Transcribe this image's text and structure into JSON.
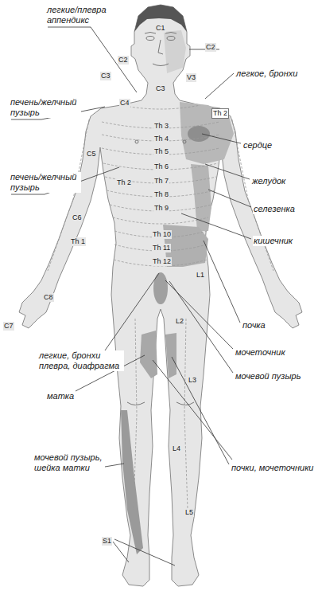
{
  "diagram": {
    "labels": [
      "легкие/плевра аппендикс",
      "C1",
      "C2",
      "C2",
      "V3",
      "C3",
      "легкое, бронхи",
      "C3",
      "C4",
      "печень/желчный пузырь",
      "Th 2",
      "Th 3",
      "Th 4",
      "Th 5",
      "сердце",
      "C5",
      "Th 6",
      "Th 2",
      "печень/желчный пузырь",
      "Th 7",
      "желудок",
      "Th 8",
      "Th 9",
      "селезенка",
      "C6",
      "Th 10",
      "кишечник",
      "Th 1",
      "Th 11",
      "Th 12",
      "L1",
      "C8",
      "L2",
      "почка",
      "C7",
      "мочеточник",
      "легкие, бронхи плевра, диафрагма",
      "мочевой пузырь",
      "L3",
      "матка",
      "L4",
      "мочевой пузырь, шейка матки",
      "почки, мочеточники",
      "L5",
      "S1"
    ]
  }
}
